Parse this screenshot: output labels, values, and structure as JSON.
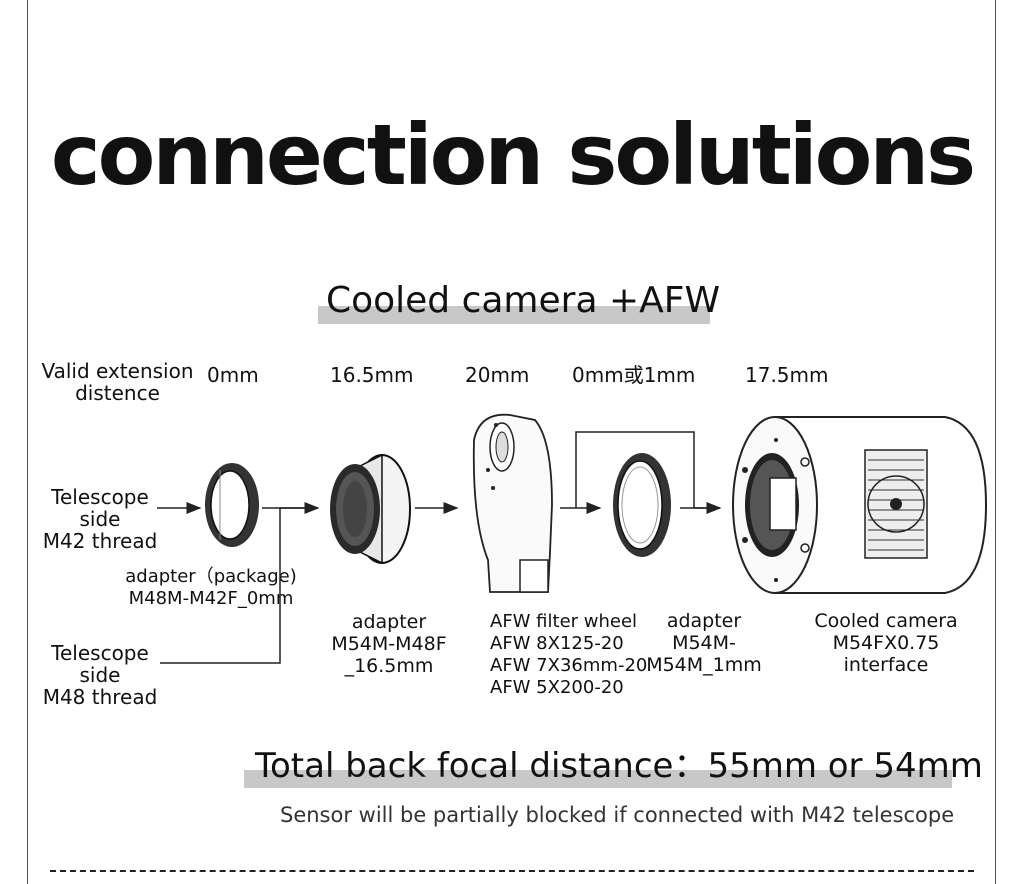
{
  "title": "connection solutions",
  "subtitle": "Cooled camera +AFW",
  "extension_header": "Valid extension\ndistence",
  "distances": [
    "0mm",
    "16.5mm",
    "20mm",
    "0mm或1mm",
    "17.5mm"
  ],
  "telescope_m42": "Telescope side\nM42 thread",
  "telescope_m48": "Telescope side\nM48 thread",
  "components": [
    {
      "label": "adapter（package)\nM48M-M42F_0mm"
    },
    {
      "label": "adapter\nM54M-M48F _16.5mm"
    },
    {
      "label": "AFW filter wheel\nAFW 8X125-20\nAFW 7X36mm-20\nAFW 5X200-20"
    },
    {
      "label": "adapter\nM54M-M54M_1mm"
    },
    {
      "label": "Cooled camera\nM54FX0.75 interface"
    }
  ],
  "total": "Total back focal distance：55mm or 54mm",
  "note": "Sensor will be partially blocked if connected with M42 telescope",
  "colors": {
    "text": "#111111",
    "highlight": "#c8c8c8",
    "line": "#222222"
  }
}
